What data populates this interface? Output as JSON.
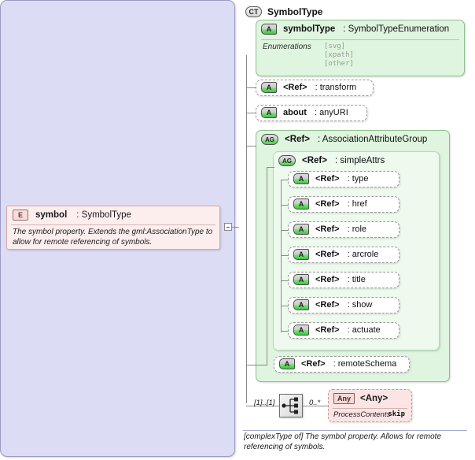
{
  "diagram": {
    "kind": "xml-schema-diagram",
    "element": {
      "badge": "E",
      "name": "symbol",
      "type": ": SymbolType",
      "documentation": "The symbol property. Extends the gml:AssociationType to allow for remote referencing of symbols."
    },
    "complex_type": {
      "badge": "CT",
      "title": "SymbolType",
      "annotation": "[complexType of] The symbol property. Allows for remote referencing of symbols.",
      "attributes": [
        {
          "badge": "A",
          "name": "symbolType",
          "type": ": SymbolTypeEnumeration",
          "facet_label": "Enumerations",
          "facet_values": [
            "[svg]",
            "[xpath]",
            "[other]"
          ]
        },
        {
          "badge": "A",
          "name": "<Ref>",
          "type": ": transform"
        },
        {
          "badge": "A",
          "name": "about",
          "type": ": anyURI"
        }
      ],
      "attribute_group": {
        "badge": "AG",
        "name": "<Ref>",
        "type": ": AssociationAttributeGroup",
        "inner_group": {
          "badge": "AG",
          "name": "<Ref>",
          "type": ": simpleAttrs",
          "attributes": [
            {
              "badge": "A",
              "name": "<Ref>",
              "type": ": type"
            },
            {
              "badge": "A",
              "name": "<Ref>",
              "type": ": href"
            },
            {
              "badge": "A",
              "name": "<Ref>",
              "type": ": role"
            },
            {
              "badge": "A",
              "name": "<Ref>",
              "type": ": arcrole"
            },
            {
              "badge": "A",
              "name": "<Ref>",
              "type": ": title"
            },
            {
              "badge": "A",
              "name": "<Ref>",
              "type": ": show"
            },
            {
              "badge": "A",
              "name": "<Ref>",
              "type": ": actuate"
            }
          ]
        },
        "trailing_attribute": {
          "badge": "A",
          "name": "<Ref>",
          "type": ": remoteSchema"
        }
      },
      "content_model": {
        "compositor": "sequence",
        "occurrence_left": "[1]..[1]",
        "occurrence_right": "0..*",
        "any": {
          "badge": "Any",
          "name": "<Any>",
          "process_contents_label": "ProcessContents",
          "process_contents_value": "skip"
        }
      }
    }
  },
  "colors": {
    "container_bg": "#dcdcf4",
    "container_border": "#9a9ac4",
    "group_bg": "#dff5df",
    "group_border": "#8fbf8f",
    "element_bg": "#fdeeee",
    "element_border": "#dba9a9",
    "any_bg": "#fbe4e4",
    "connector": "#8a8a8a"
  }
}
